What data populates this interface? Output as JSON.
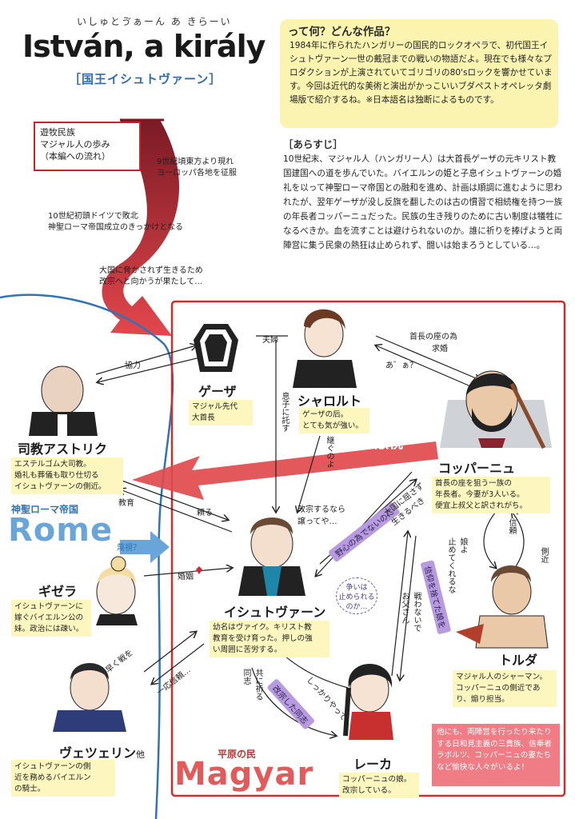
{
  "header": {
    "ruby": "いしゅとゔぁーん あ きらーい",
    "title": "István, a király",
    "subtitle": "［国王イシュトヴァーン］"
  },
  "intro": {
    "heading": "って何？どんな作品？",
    "body": "1984年に作られたハンガリーの国民的ロックオペラで、初代国王イシュトヴァーン一世の戴冠までの戦いの物語だよ。現在でも様々なプロダクションが上演されていてゴリゴリの80'sロックを響かせています。今回は近代的な美術と演出がかっこいいブダペストオペレッタ劇場版で紹介するね。※日本語名は独断によるものです。"
  },
  "synopsis": {
    "heading": "［あらすじ］",
    "body": "10世紀末、マジャル人（ハンガリー人）は大首長ゲーザの元キリスト教国建国への道を歩んでいた。バイエルンの姫と子息イシュトヴァーンの婚礼を以って神聖ローマ帝国との融和を進め、計画は順調に進むように思われたが、翌年ゲーザが没し反旗を翻したのは古の慣習で相続権を持つ一族の年長者コッパーニュだった。民族の生き残りのために古い制度は犠牲になるべきか。血を流すことは避けられないのか。誰に祈りを捧げようと両陣営に集う民衆の熱狂は止められず、闘いは始まろうとしている…。"
  },
  "migration": {
    "box_title": [
      "遊牧民族",
      "マジャル人の歩み",
      "（本編への流れ）"
    ],
    "note1": [
      "9世紀頃東方より現れ",
      "ヨーロッパ各地を征服"
    ],
    "note2": [
      "10世紀初頭ドイツで敗北",
      "神聖ローマ帝国成立のきっかけとなる"
    ],
    "note3": [
      "大国に脅かされず生きるため",
      "改宗へと向かうが果たして…"
    ]
  },
  "factions": {
    "rome_title": "神聖ローマ帝国",
    "rome_name": "Rome",
    "magyar_title": "平原の民",
    "magyar_name": "Magyar"
  },
  "characters": {
    "geza": {
      "name": "ゲーザ",
      "desc": [
        "マジャル先代",
        "大首長"
      ]
    },
    "sarolt": {
      "name": "シャロルト",
      "desc": [
        "ゲーザの后。",
        "とても気が強い。"
      ]
    },
    "koppany": {
      "name": "コッパーニュ",
      "desc": [
        "首長の座を狙う一族の",
        "年長者。今妻が3人いる。",
        "便宜上叔父と訳されがち。"
      ]
    },
    "astrik": {
      "name": "司教アストリク",
      "desc": [
        "エステルゴム大司教。",
        "婚礼も葬儀も取り仕切る",
        "イシュトヴァーンの側近。"
      ]
    },
    "istvan": {
      "name": "イシュトヴァーン",
      "desc": [
        "幼名はヴァイク。キリスト教",
        "教育を受け育った。押しの強",
        "い周囲に苦労する。"
      ]
    },
    "gizella": {
      "name": "ギゼラ",
      "desc": [
        "イシュトヴァーンに",
        "嫁ぐバイエルン公の",
        "妹。政治には疎い。"
      ]
    },
    "torda": {
      "name": "トルダ",
      "desc": [
        "マジャル人のシャーマン。",
        "コッパーニュの側近であ",
        "り、煽り担当。"
      ]
    },
    "veceilin": {
      "name": "ヴェツェリン",
      "suffix": "他",
      "desc": [
        "イシュトヴァーンの側",
        "近を務めるバイエルン",
        "の騎士。"
      ]
    },
    "reka": {
      "name": "レーカ",
      "desc": [
        "コッパーニュの娘。",
        "改宗している。"
      ]
    }
  },
  "relations": {
    "kyoryoku": "協力",
    "fufu": "夫婦",
    "shucho": [
      "首長の座の為",
      "求婚"
    ],
    "aa": "あ゛ぁ？",
    "musuko": "息子に託す",
    "tsuge": "継ぐのよ",
    "tekishi": "敵視",
    "kyoiku": "教育",
    "tanomu": "頼る",
    "shinrai": "信頼",
    "sokkin": "側近",
    "kaishu": [
      "改宗するなら",
      "譲ってや…"
    ],
    "yaboshin": "野心の為でないのに",
    "taikoku": [
      "大国に屈さず",
      "生きるべき"
    ],
    "musume": [
      "娘よ",
      "止めてくれるな"
    ],
    "shinko": "信仰を捨てた娘を",
    "tatakawanaide": [
      "戦わないで",
      "お父さん"
    ],
    "arasoi": [
      "争いは",
      "止められる",
      "のか…"
    ],
    "shisen": "蔑視？",
    "konin": "婚姻",
    "hayaku": "早く戦を",
    "ichio": "一応信頼…",
    "tomoni": [
      "共に祈る",
      "同志"
    ],
    "kaishushita": "改宗した同志",
    "itoshii": "しっかりやって"
  },
  "footer_box": "他にも、両陣営を行ったり来たりする日和見主義の三貴族、信奉者ラボルツ、コッパーニュの妻たちなど愉快な人々がいるよ！",
  "colors": {
    "rome_blue": "#2f74b6",
    "magyar_red": "#c8302f",
    "arrow_red": "#e04a4d",
    "note_yellow": "#fdf7bf",
    "pill_purple": "#b79ae0"
  }
}
